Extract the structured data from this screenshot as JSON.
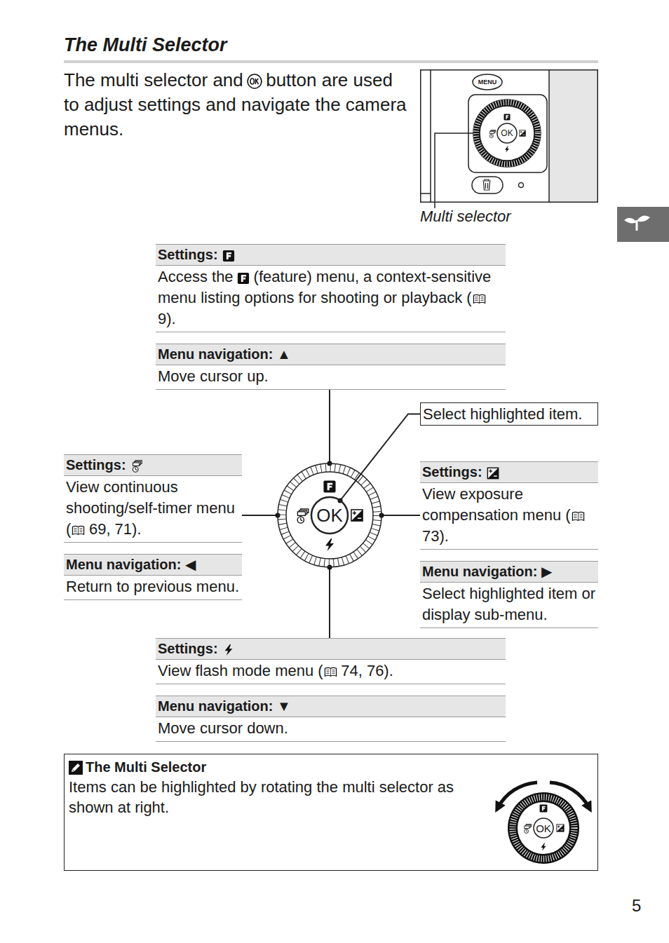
{
  "diagram": {
    "title": "The Multi Selector",
    "nodes": [
      {
        "text": [
          "Settings:",
          "Access the",
          "(feature) menu, a context-sensitive menu listing options for shooting or playback (",
          "9)."
        ]
      },
      {
        "text": [
          "Menu navigation: ▲",
          "Move cursor up."
        ]
      },
      {
        "text": [
          "Select highlighted item."
        ]
      },
      {
        "text": [
          "Settings:",
          "View continuous shooting/self-timer menu (",
          "69, 71)."
        ]
      },
      {
        "text": [
          "Menu navigation: ◀",
          "Return to previous menu."
        ]
      },
      {
        "text": [
          "OK"
        ]
      },
      {
        "text": [
          "Settings:",
          "View exposure compensation menu (",
          "73)."
        ]
      },
      {
        "text": [
          "Menu navigation: ▶",
          "Select highlighted item or display sub-menu."
        ]
      },
      {
        "text": [
          "Settings:",
          "View flash mode menu (",
          "74, 76)."
        ]
      },
      {
        "text": [
          "Menu navigation: ▼",
          "Move cursor down."
        ]
      },
      {
        "text": [
          "The Multi Selector",
          "Items can be highlighted by rotating the multi selector as shown at right."
        ]
      }
    ],
    "edges": [
      {
        "from": 5,
        "to": 1,
        "arrow": "none"
      },
      {
        "from": 5,
        "to": 2,
        "arrow": "none"
      },
      {
        "from": 5,
        "to": 3,
        "arrow": "none"
      },
      {
        "from": 5,
        "to": 6,
        "arrow": "none"
      },
      {
        "from": 5,
        "to": 8,
        "arrow": "none"
      }
    ],
    "labels": [
      "The multi selector and",
      "button are used to adjust settings and navigate the camera menus.",
      "MENU",
      "OK",
      "Multi selector",
      "OK",
      "5"
    ]
  }
}
